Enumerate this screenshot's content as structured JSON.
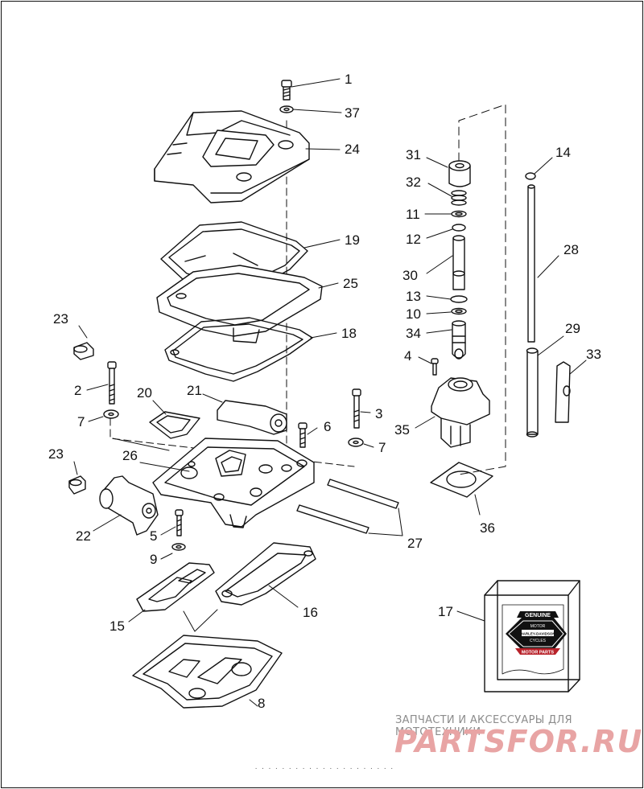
{
  "diagram": {
    "callouts": [
      "1",
      "37",
      "24",
      "19",
      "25",
      "18",
      "23",
      "2",
      "20",
      "21",
      "3",
      "7",
      "6",
      "7",
      "26",
      "23",
      "22",
      "5",
      "9",
      "27",
      "15",
      "16",
      "8",
      "31",
      "32",
      "11",
      "12",
      "30",
      "13",
      "10",
      "34",
      "4",
      "35",
      "36",
      "14",
      "28",
      "29",
      "33",
      "17"
    ]
  },
  "badge": {
    "line1": "GENUINE",
    "line2": "MOTOR",
    "line3": "HARLEY-DAVIDSON",
    "line4": "CYCLES",
    "line5": "MOTOR PARTS"
  },
  "watermark": {
    "tagline": "ЗАПЧАСТИ И АКСЕССУАРЫ ДЛЯ МОТОТЕХНИКИ",
    "logo": "PARTSFOR.RU"
  },
  "colors": {
    "line": "#111111",
    "watermark": "#e8a4a4",
    "tagline": "#8c8c8c",
    "badge_red": "#b8222a"
  }
}
